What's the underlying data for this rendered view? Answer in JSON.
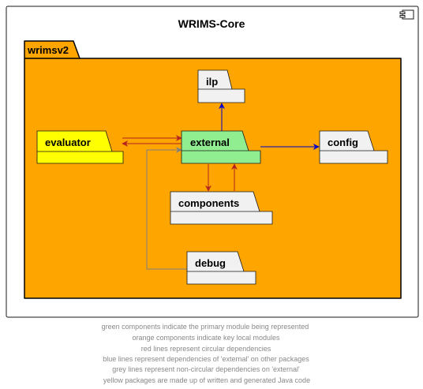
{
  "diagram": {
    "title": "WRIMS-Core",
    "outer_package": "wrimsv2",
    "packages": {
      "ilp": "ilp",
      "evaluator": "evaluator",
      "external": "external",
      "config": "config",
      "components": "components",
      "debug": "debug"
    },
    "legend": [
      "green components indicate the primary module being represented",
      "orange components indicate key local modules",
      "red lines represent circular dependencies",
      "blue lines represent dependencies of 'external' on other packages",
      "grey lines represent non-circular dependencies on 'external'",
      "yellow packages are made up of written and generated Java code"
    ]
  },
  "colors": {
    "outer_package_fill": "#FFA500",
    "external_fill": "#90EE90",
    "evaluator_fill": "#FFFF00",
    "default_pkg_fill": "#F1F1F1",
    "red_edge": "#B22222",
    "blue_edge": "#0000CD",
    "grey_edge": "#808080"
  }
}
